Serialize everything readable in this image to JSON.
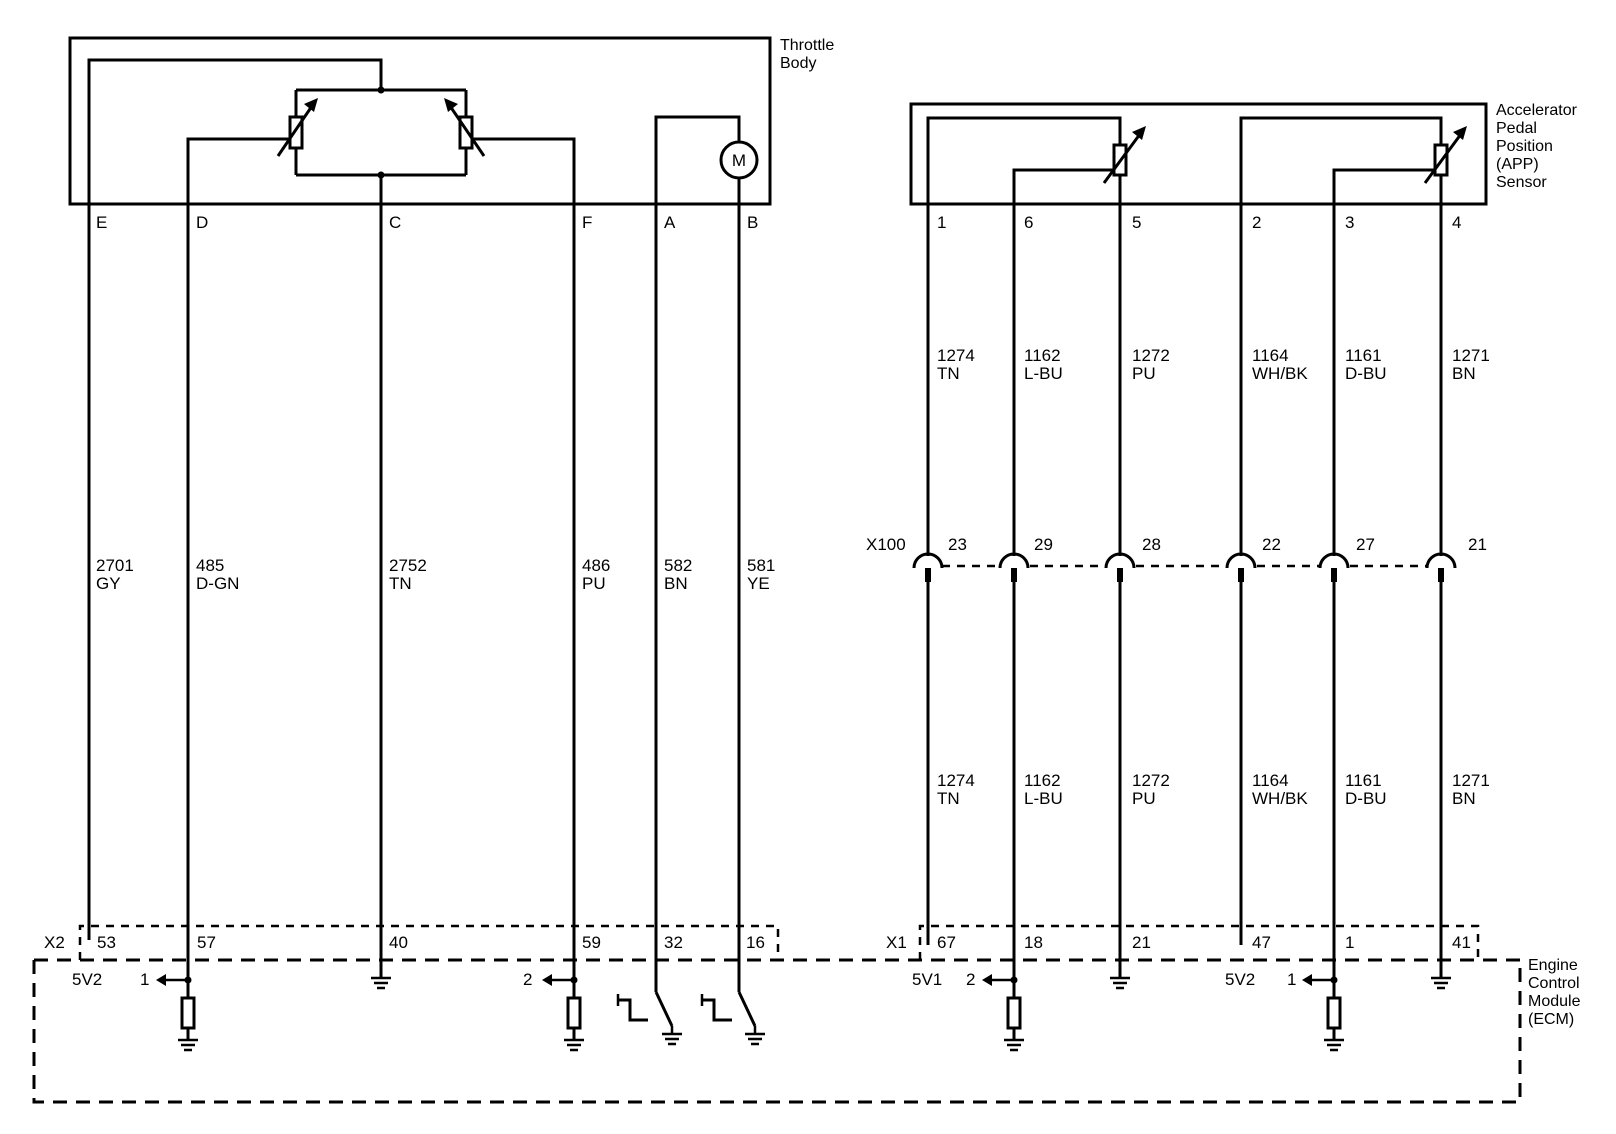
{
  "components": {
    "throttle_body": {
      "label_lines": [
        "Throttle",
        "Body"
      ]
    },
    "app_sensor": {
      "label_lines": [
        "Accelerator",
        "Pedal",
        "Position",
        "(APP)",
        "Sensor"
      ]
    },
    "ecm": {
      "label_lines": [
        "Engine",
        "Control",
        "Module",
        "(ECM)"
      ]
    },
    "motor_symbol": "M"
  },
  "connectors": {
    "x2": "X2",
    "x1": "X1",
    "x100": "X100"
  },
  "throttle_wires": [
    {
      "pin": "E",
      "circuit": "2701",
      "color": "GY",
      "ecm_pin": "53"
    },
    {
      "pin": "D",
      "circuit": "485",
      "color": "D-GN",
      "ecm_pin": "57"
    },
    {
      "pin": "C",
      "circuit": "2752",
      "color": "TN",
      "ecm_pin": "40"
    },
    {
      "pin": "F",
      "circuit": "486",
      "color": "PU",
      "ecm_pin": "59"
    },
    {
      "pin": "A",
      "circuit": "582",
      "color": "BN",
      "ecm_pin": "32"
    },
    {
      "pin": "B",
      "circuit": "581",
      "color": "YE",
      "ecm_pin": "16"
    }
  ],
  "app_wires": [
    {
      "pin": "1",
      "circuit": "1274",
      "color": "TN",
      "x100_pin": "23",
      "ecm_pin": "67"
    },
    {
      "pin": "6",
      "circuit": "1162",
      "color": "L-BU",
      "x100_pin": "29",
      "ecm_pin": "18"
    },
    {
      "pin": "5",
      "circuit": "1272",
      "color": "PU",
      "x100_pin": "28",
      "ecm_pin": "21"
    },
    {
      "pin": "2",
      "circuit": "1164",
      "color": "WH/BK",
      "x100_pin": "22",
      "ecm_pin": "47"
    },
    {
      "pin": "3",
      "circuit": "1161",
      "color": "D-BU",
      "x100_pin": "27",
      "ecm_pin": "1"
    },
    {
      "pin": "4",
      "circuit": "1271",
      "color": "BN",
      "x100_pin": "21",
      "ecm_pin": "41"
    }
  ],
  "ecm_labels": {
    "tb_ref_5v": "5V2",
    "tb_sig1": "1",
    "tb_sig2": "2",
    "app_ref_5v_a": "5V1",
    "app_sig_a": "2",
    "app_ref_5v_b": "5V2",
    "app_sig_b": "1"
  }
}
